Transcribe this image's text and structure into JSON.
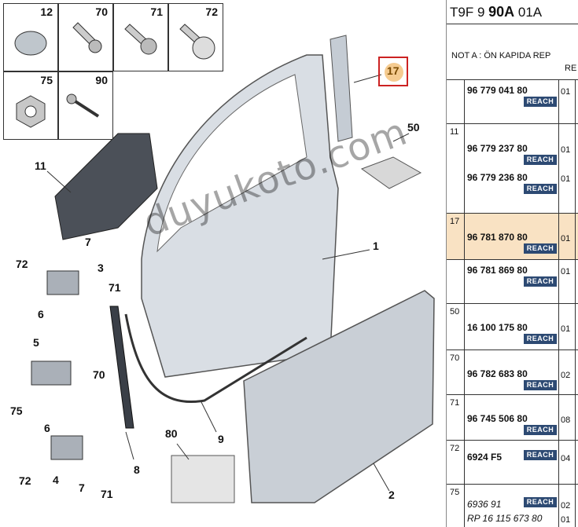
{
  "diagram": {
    "thumbnails": [
      {
        "ref": "12"
      },
      {
        "ref": "70"
      },
      {
        "ref": "71"
      },
      {
        "ref": "72"
      },
      {
        "ref": "75"
      },
      {
        "ref": "90"
      }
    ],
    "callouts": [
      "11",
      "7",
      "72",
      "3",
      "71",
      "6",
      "5",
      "70",
      "75",
      "6",
      "72",
      "4",
      "7",
      "71",
      "8",
      "80",
      "9",
      "50",
      "1",
      "2",
      "17"
    ],
    "highlighted_ref": "17",
    "watermark": "duyukoto.com"
  },
  "table": {
    "header_prefix": "T9F 9 ",
    "header_bold": "90A",
    "header_suffix": " 01A",
    "note": "NOT A : ÖN KAPIDA REP",
    "note_cont": "RE",
    "groups": [
      {
        "ref": "",
        "highlight": false,
        "lines": [
          {
            "pn": "96 779 041 80",
            "qty": "01"
          }
        ]
      },
      {
        "ref": "11",
        "highlight": false,
        "lines": [
          {
            "pn": "96 779 237 80",
            "qty": "01"
          },
          {
            "pn": "96 779 236 80",
            "qty": "01"
          }
        ]
      },
      {
        "ref": "17",
        "highlight": true,
        "lines": [
          {
            "pn": "96 781 870 80",
            "qty": "01"
          },
          {
            "pn": "96 781 869 80",
            "qty": "01"
          }
        ]
      },
      {
        "ref": "50",
        "highlight": false,
        "lines": [
          {
            "pn": "16 100 175 80",
            "qty": "01"
          }
        ]
      },
      {
        "ref": "70",
        "highlight": false,
        "lines": [
          {
            "pn": "96 782 683 80",
            "qty": "02"
          }
        ]
      },
      {
        "ref": "71",
        "highlight": false,
        "lines": [
          {
            "pn": "96 745 506 80",
            "qty": "08"
          }
        ]
      },
      {
        "ref": "72",
        "highlight": false,
        "lines": [
          {
            "pn": "6924 F5",
            "qty": "04"
          }
        ]
      },
      {
        "ref": "75",
        "highlight": false,
        "lines": [
          {
            "pn": "6936 91",
            "qty": "02",
            "alt": true
          },
          {
            "pn": "RP 16 115 673 80",
            "qty": "01",
            "alt": true
          }
        ]
      }
    ],
    "badge": "REACH"
  }
}
